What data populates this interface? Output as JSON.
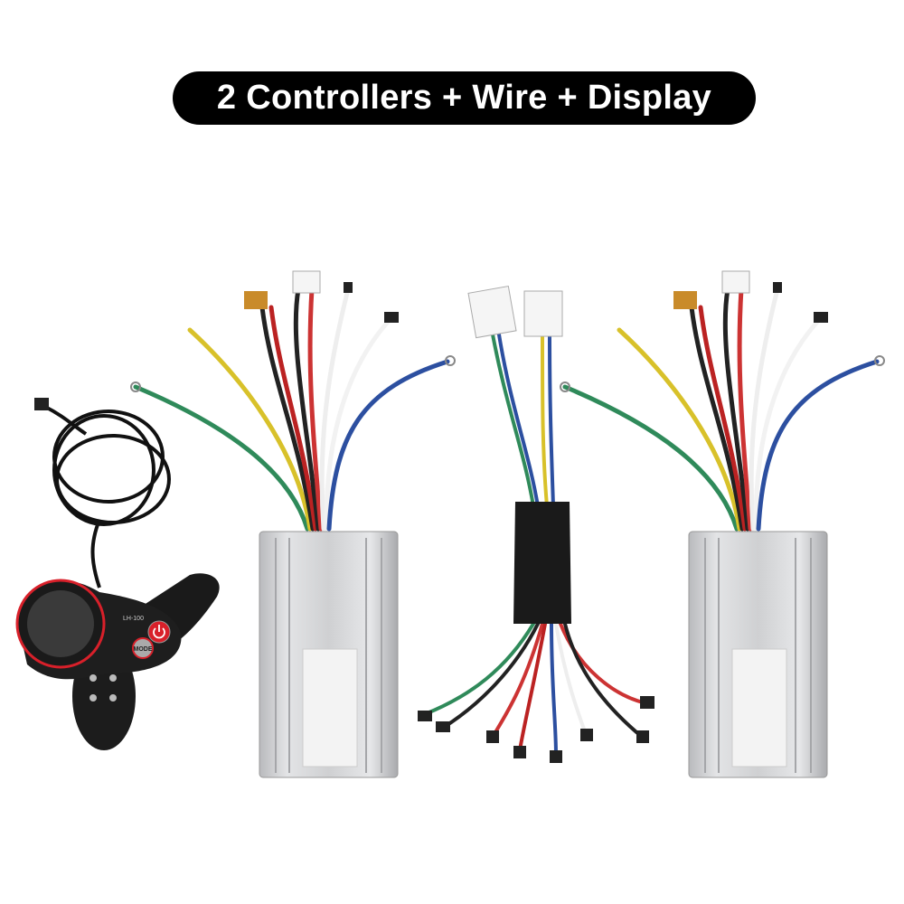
{
  "banner": {
    "title": "2 Controllers + Wire + Display"
  },
  "display": {
    "model": "LH-100",
    "mode_label": "MODE",
    "power_icon": "power-icon"
  },
  "colors": {
    "banner_bg": "#000000",
    "banner_text": "#ffffff",
    "accent_red": "#d8202a",
    "controller_silver": "#c9cacc"
  }
}
